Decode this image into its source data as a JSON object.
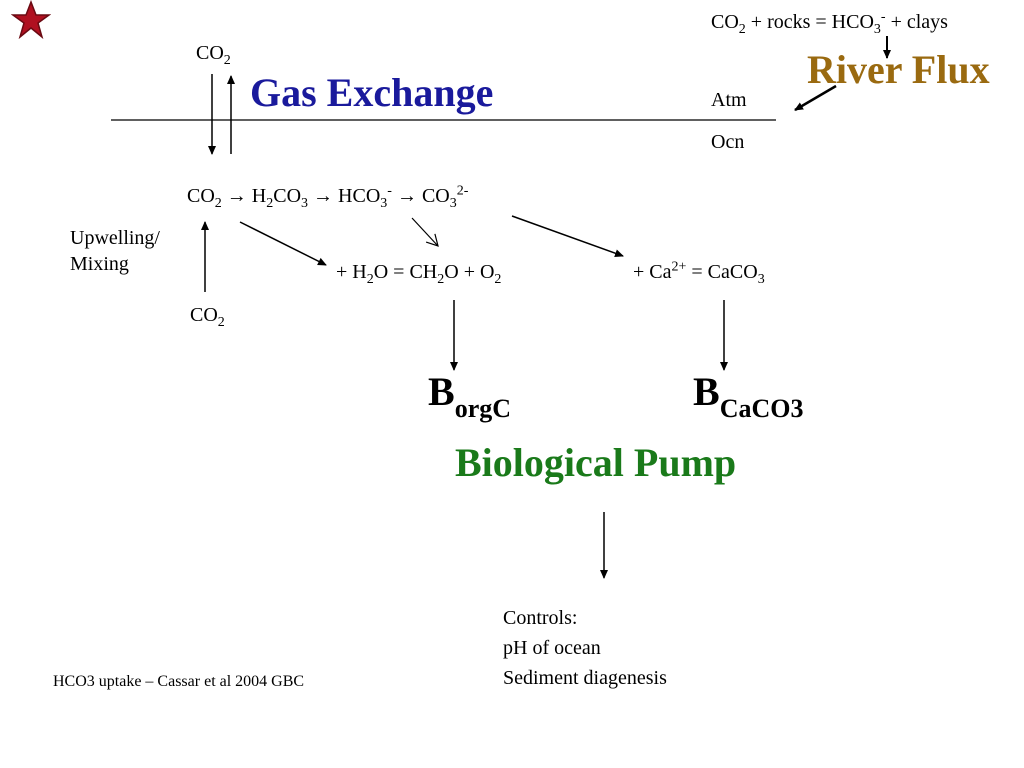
{
  "slide": {
    "star_icon": "star-icon",
    "star_color": "#b01020",
    "gas_exchange": {
      "text": "Gas Exchange",
      "color": "#1a1a9c"
    },
    "river_flux": {
      "text": "River Flux",
      "color": "#9a6a10"
    },
    "biological_pump": {
      "text": "Biological Pump",
      "color": "#1a7a1a"
    },
    "weathering": {
      "co": "CO",
      "co_sub": "2",
      "mid": " + rocks = HCO",
      "hco_sub": "3",
      "hco_sup": "-",
      "end": " + clays"
    },
    "atm_label": "Atm",
    "ocn_label": "Ocn",
    "co2_top": {
      "base": "CO",
      "sub": "2"
    },
    "co2_bottom": {
      "base": "CO",
      "sub": "2"
    },
    "carbonate_chain": {
      "co2": "CO",
      "co2_sub": "2",
      "arrow1": " → H",
      "h2co3_sub1": "2",
      "h2co3_mid": "CO",
      "h2co3_sub2": "3",
      "arrow2": " → HCO",
      "hco3_sub": "3",
      "hco3_sup": "-",
      "arrow3": " → CO",
      "co3_sub": "3",
      "co3_sup": "2-"
    },
    "upwelling": {
      "line1": "Upwelling/",
      "line2": "Mixing"
    },
    "photosynthesis": {
      "p1": "+ H",
      "s1": "2",
      "p2": "O = CH",
      "s2": "2",
      "p3": "O + O",
      "s3": "2"
    },
    "calcification": {
      "p1": "+ Ca",
      "sup": "2+",
      "p2": " = CaCO",
      "sub": "3"
    },
    "b_orgc": {
      "main": "B",
      "sub": "orgC"
    },
    "b_caco3": {
      "main": "B",
      "sub": "CaCO3"
    },
    "controls": {
      "line1": "Controls:",
      "line2": "pH of ocean",
      "line3": "Sediment diagenesis"
    },
    "citation": "HCO3 uptake – Cassar et al 2004 GBC"
  }
}
